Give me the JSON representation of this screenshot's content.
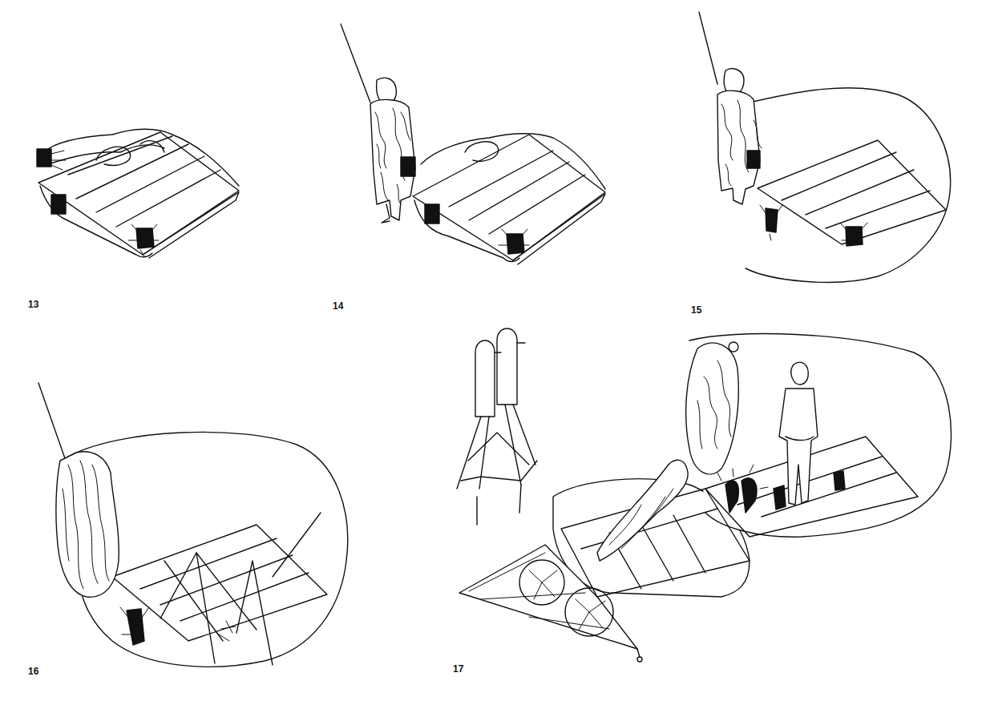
{
  "diagram": {
    "labels": [
      "13",
      "14",
      "15",
      "16",
      "17"
    ]
  }
}
